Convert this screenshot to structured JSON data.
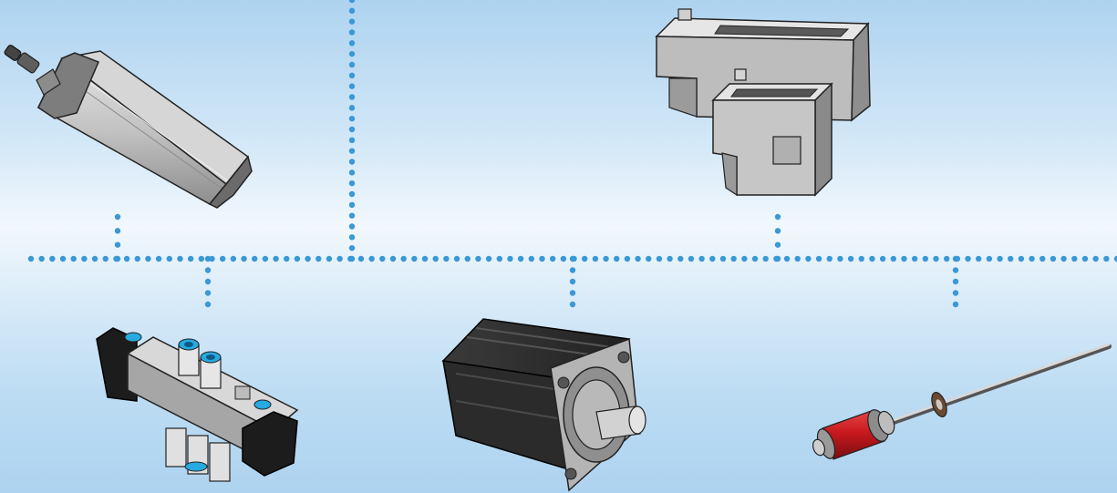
{
  "diagram": {
    "colors": {
      "background_top": "#aed3f0",
      "background_mid": "#f2f8fd",
      "connector_dots": "#3a98d6",
      "motor_body": "#2b2b2b",
      "sensor_red": "#c8191e",
      "fitting_blue": "#27a9e1",
      "component_gray": "#a9a9a9"
    },
    "components": [
      {
        "id": "pneumatic-cylinder",
        "icon": "pneumatic-cylinder-icon"
      },
      {
        "id": "plc-controller",
        "icon": "plc-controller-icon"
      },
      {
        "id": "solenoid-valve",
        "icon": "solenoid-valve-icon"
      },
      {
        "id": "stepper-motor",
        "icon": "stepper-motor-icon"
      },
      {
        "id": "linear-position-sensor",
        "icon": "linear-sensor-icon"
      }
    ],
    "connector_style": "dotted"
  }
}
